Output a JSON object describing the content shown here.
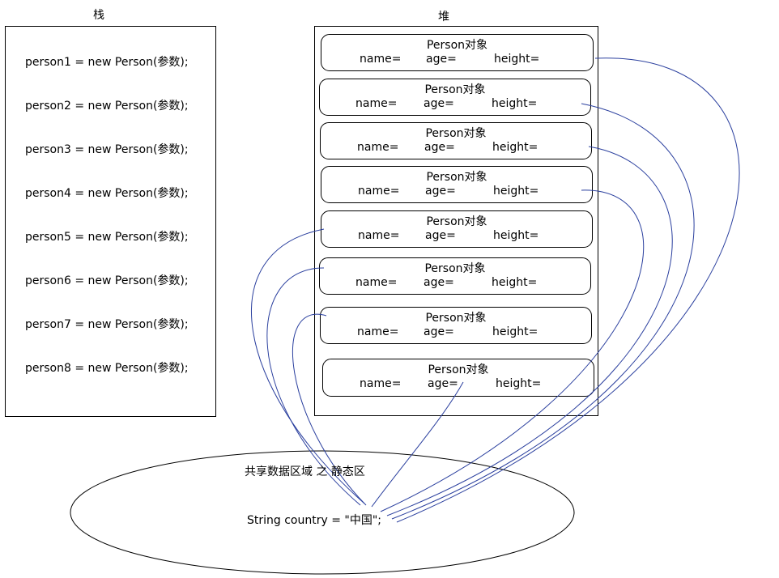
{
  "stack": {
    "title": "栈",
    "lines": [
      "person1 = new Person(参数);",
      "person2 = new Person(参数);",
      "person3 = new Person(参数);",
      "person4 = new Person(参数);",
      "person5 = new Person(参数);",
      "person6 = new Person(参数);",
      "person7 = new Person(参数);",
      "person8 = new Person(参数);"
    ]
  },
  "heap": {
    "title": "堆",
    "objects": [
      {
        "title": "Person对象",
        "fields": [
          "name=",
          "age=",
          "height="
        ]
      },
      {
        "title": "Person对象",
        "fields": [
          "name=",
          "age=",
          "height="
        ]
      },
      {
        "title": "Person对象",
        "fields": [
          "name=",
          "age=",
          "height="
        ]
      },
      {
        "title": "Person对象",
        "fields": [
          "name=",
          "age=",
          "height="
        ]
      },
      {
        "title": "Person对象",
        "fields": [
          "name=",
          "age=",
          "height="
        ]
      },
      {
        "title": "Person对象",
        "fields": [
          "name=",
          "age=",
          "height="
        ]
      },
      {
        "title": "Person对象",
        "fields": [
          "name=",
          "age=",
          "height="
        ]
      },
      {
        "title": "Person对象",
        "fields": [
          "name=",
          "age=",
          "height="
        ]
      }
    ]
  },
  "static_area": {
    "title": "共享数据区域 之 静态区",
    "code": "String country = \"中国\";"
  },
  "colors": {
    "link": "#2a3f9e",
    "border": "#000000"
  }
}
